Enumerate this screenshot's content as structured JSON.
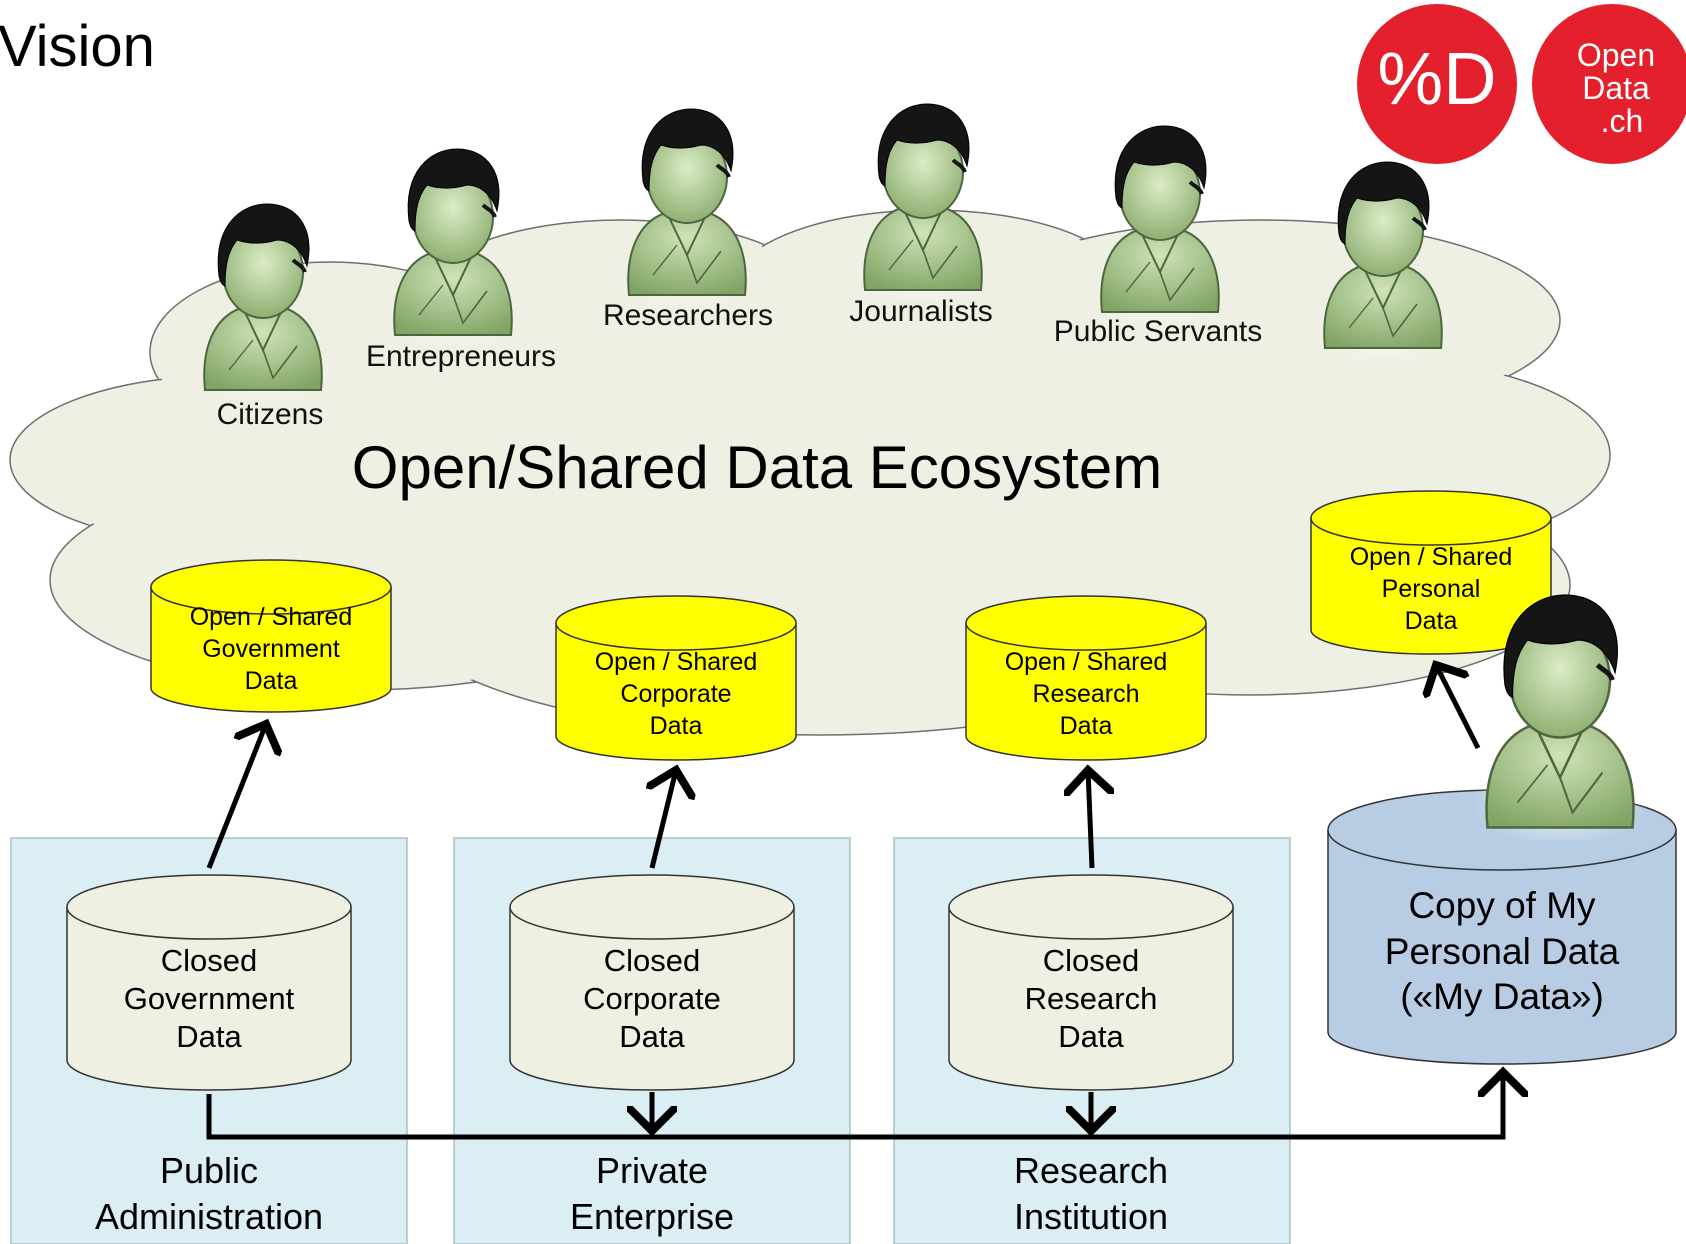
{
  "title": "Vision",
  "logos": [
    {
      "name": "od-logo",
      "text": "%D",
      "color": "#e3202b"
    },
    {
      "name": "opendata-ch-logo",
      "lines": [
        "Open",
        "Data",
        ".ch"
      ],
      "color": "#e3202b"
    }
  ],
  "ecosystem": {
    "label": "Open/Shared Data Ecosystem",
    "actors": [
      "Citizens",
      "Entrepreneurs",
      "Researchers",
      "Journalists",
      "Public Servants"
    ]
  },
  "open_stores": [
    {
      "lines": [
        "Open / Shared",
        "Government",
        "Data"
      ]
    },
    {
      "lines": [
        "Open / Shared",
        "Corporate",
        "Data"
      ]
    },
    {
      "lines": [
        "Open / Shared",
        "Research",
        "Data"
      ]
    },
    {
      "lines": [
        "Open / Shared",
        "Personal",
        "Data"
      ]
    }
  ],
  "closed_stores": [
    {
      "lines": [
        "Closed",
        "Government",
        "Data"
      ]
    },
    {
      "lines": [
        "Closed",
        "Corporate",
        "Data"
      ]
    },
    {
      "lines": [
        "Closed",
        "Research",
        "Data"
      ]
    }
  ],
  "my_data": {
    "lines": [
      "Copy of My",
      "Personal Data",
      "(«My Data»)"
    ]
  },
  "organizations": [
    {
      "lines": [
        "Public",
        "Administration"
      ]
    },
    {
      "lines": [
        "Private",
        "Enterprise"
      ]
    },
    {
      "lines": [
        "Research",
        "Institution"
      ]
    }
  ],
  "colors": {
    "cloud_fill": "#eef0e4",
    "open_store_fill": "#ffff00",
    "closed_store_fill": "#eef0e2",
    "org_box_fill": "#dbeef4",
    "my_data_fill": "#b8cce4",
    "logo_red": "#e3202b",
    "person_body": "#a8c890"
  }
}
